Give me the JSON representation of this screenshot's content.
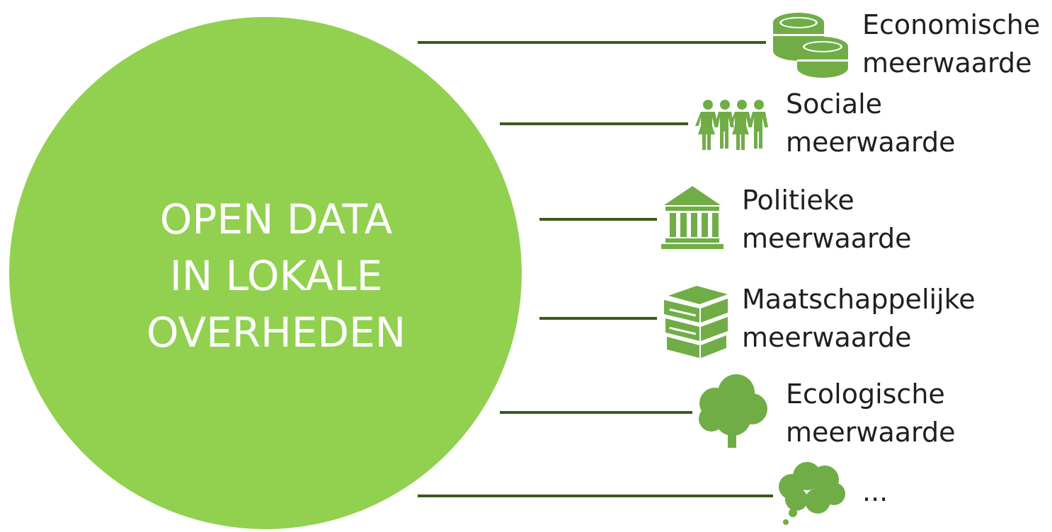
{
  "center": {
    "lines": [
      "OPEN DATA",
      "IN LOKALE",
      "OVERHEDEN"
    ]
  },
  "branches": [
    {
      "icon": "coins-icon",
      "line1": "Economische",
      "line2": "meerwaarde"
    },
    {
      "icon": "people-icon",
      "line1": "Sociale",
      "line2": "meerwaarde"
    },
    {
      "icon": "government-building-icon",
      "line1": "Politieke",
      "line2": "meerwaarde"
    },
    {
      "icon": "books-icon",
      "line1": "Maatschappelijke",
      "line2": "meerwaarde"
    },
    {
      "icon": "tree-icon",
      "line1": "Ecologische",
      "line2": "meerwaarde"
    },
    {
      "icon": "thought-cloud-icon",
      "line1": "...",
      "line2": ""
    }
  ],
  "colors": {
    "circle": "#92d050",
    "icon": "#70ad47",
    "line": "#3a5a1e",
    "text": "#1f1f1f",
    "circle_text": "#ffffff"
  }
}
